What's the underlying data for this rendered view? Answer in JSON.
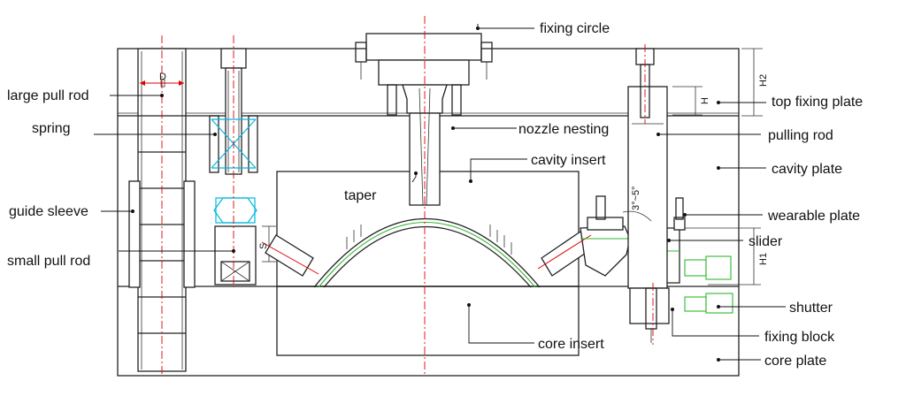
{
  "labels": {
    "fixing_circle": "fixing circle",
    "large_pull_rod": "large pull rod",
    "spring": "spring",
    "guide_sleeve": "guide sleeve",
    "small_pull_rod": "small pull rod",
    "taper": "taper",
    "nozzle_nesting": "nozzle nesting",
    "cavity_insert": "cavity insert",
    "core_insert": "core insert",
    "top_fixing_plate": "top fixing plate",
    "pulling_rod": "pulling rod",
    "cavity_plate": "cavity plate",
    "wearable_plate": "wearable plate",
    "slider": "slider",
    "shutter": "shutter",
    "fixing_block": "fixing block",
    "core_plate": "core plate"
  },
  "dimensions": {
    "h2": "H2",
    "h": "H",
    "h1": "H1",
    "s": "S",
    "d": "D",
    "angle": "3°~5°"
  },
  "colors": {
    "outline": "#222222",
    "centerline": "#dd0000",
    "spring_highlight": "#00b7e0",
    "shutter_highlight": "#2fb82f"
  }
}
